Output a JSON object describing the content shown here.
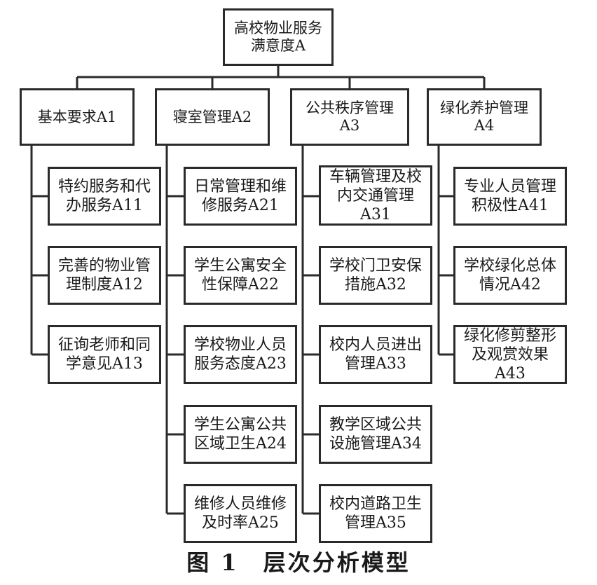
{
  "root": {
    "label": "高校物业服务\n满意度A"
  },
  "criteria": [
    {
      "label": "基本要求A1",
      "children": [
        "特约服务和代\n办服务A11",
        "完善的物业管\n理制度A12",
        "征询老师和同\n学意见A13"
      ]
    },
    {
      "label": "寝室管理A2",
      "children": [
        "日常管理和维\n修服务A21",
        "学生公寓安全\n性保障A22",
        "学校物业人员\n服务态度A23",
        "学生公寓公共\n区域卫生A24",
        "维修人员维修\n及时率A25"
      ]
    },
    {
      "label": "公共秩序管理\nA3",
      "children": [
        "车辆管理及校\n内交通管理\nA31",
        "学校门卫安保\n措施A32",
        "校内人员进出\n管理A33",
        "教学区域公共\n设施管理A34",
        "校内道路卫生\n管理A35"
      ]
    },
    {
      "label": "绿化养护管理\nA4",
      "children": [
        "专业人员管理\n积极性A41",
        "学校绿化总体\n情况A42",
        "绿化修剪整形\n及观赏效果\nA43"
      ]
    }
  ],
  "caption": "图 1　层次分析模型"
}
